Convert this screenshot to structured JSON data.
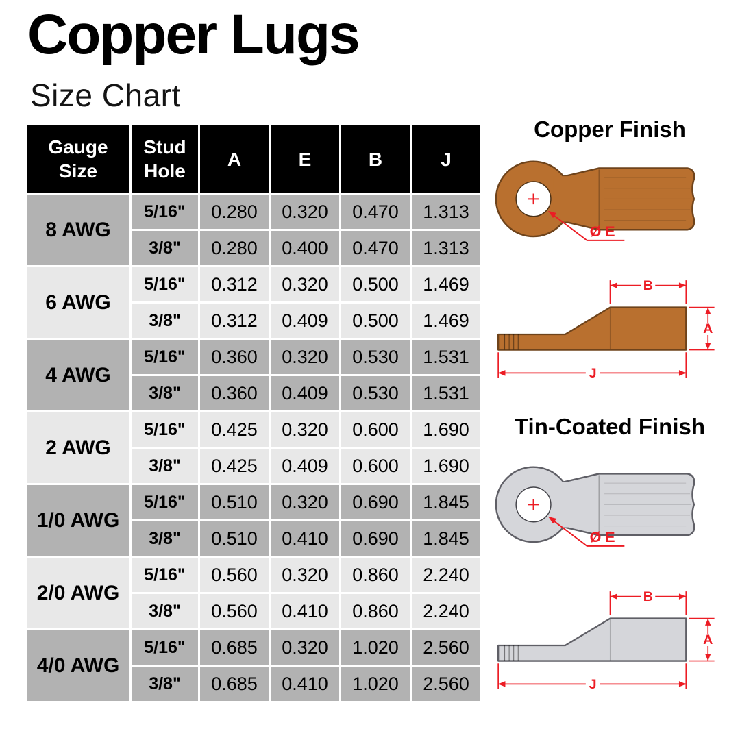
{
  "page": {
    "title": "Copper Lugs",
    "subtitle": "Size Chart"
  },
  "table": {
    "headers": {
      "gauge": "Gauge Size",
      "stud": "Stud Hole",
      "a": "A",
      "e": "E",
      "b": "B",
      "j": "J"
    },
    "groups": [
      {
        "gauge": "8 AWG",
        "row1": {
          "stud": "5/16\"",
          "a": "0.280",
          "e": "0.320",
          "b": "0.470",
          "j": "1.313"
        },
        "row2": {
          "stud": "3/8\"",
          "a": "0.280",
          "e": "0.400",
          "b": "0.470",
          "j": "1.313"
        }
      },
      {
        "gauge": "6 AWG",
        "row1": {
          "stud": "5/16\"",
          "a": "0.312",
          "e": "0.320",
          "b": "0.500",
          "j": "1.469"
        },
        "row2": {
          "stud": "3/8\"",
          "a": "0.312",
          "e": "0.409",
          "b": "0.500",
          "j": "1.469"
        }
      },
      {
        "gauge": "4 AWG",
        "row1": {
          "stud": "5/16\"",
          "a": "0.360",
          "e": "0.320",
          "b": "0.530",
          "j": "1.531"
        },
        "row2": {
          "stud": "3/8\"",
          "a": "0.360",
          "e": "0.409",
          "b": "0.530",
          "j": "1.531"
        }
      },
      {
        "gauge": "2 AWG",
        "row1": {
          "stud": "5/16\"",
          "a": "0.425",
          "e": "0.320",
          "b": "0.600",
          "j": "1.690"
        },
        "row2": {
          "stud": "3/8\"",
          "a": "0.425",
          "e": "0.409",
          "b": "0.600",
          "j": "1.690"
        }
      },
      {
        "gauge": "1/0 AWG",
        "row1": {
          "stud": "5/16\"",
          "a": "0.510",
          "e": "0.320",
          "b": "0.690",
          "j": "1.845"
        },
        "row2": {
          "stud": "3/8\"",
          "a": "0.510",
          "e": "0.410",
          "b": "0.690",
          "j": "1.845"
        }
      },
      {
        "gauge": "2/0 AWG",
        "row1": {
          "stud": "5/16\"",
          "a": "0.560",
          "e": "0.320",
          "b": "0.860",
          "j": "2.240"
        },
        "row2": {
          "stud": "3/8\"",
          "a": "0.560",
          "e": "0.410",
          "b": "0.860",
          "j": "2.240"
        }
      },
      {
        "gauge": "4/0 AWG",
        "row1": {
          "stud": "5/16\"",
          "a": "0.685",
          "e": "0.320",
          "b": "1.020",
          "j": "2.560"
        },
        "row2": {
          "stud": "3/8\"",
          "a": "0.685",
          "e": "0.410",
          "b": "1.020",
          "j": "2.560"
        }
      }
    ]
  },
  "diagrams": {
    "copper": {
      "heading": "Copper Finish",
      "hole_label": "Ø E",
      "dim_a": "A",
      "dim_b": "B",
      "dim_j": "J"
    },
    "tin": {
      "heading": "Tin-Coated Finish",
      "hole_label": "Ø E",
      "dim_a": "A",
      "dim_b": "B",
      "dim_j": "J"
    }
  },
  "colors": {
    "header_bg": "#000000",
    "row_dark": "#b2b2b2",
    "row_light": "#e8e8e8",
    "copper_fill": "#b9702f",
    "copper_outline": "#6e431b",
    "tin_fill": "#d5d6da",
    "tin_outline": "#5f5f66",
    "dimension_red": "#ec1c24"
  },
  "chart_data": {
    "type": "table",
    "title": "Copper Lugs Size Chart",
    "columns": [
      "Gauge Size",
      "Stud Hole",
      "A",
      "E",
      "B",
      "J"
    ],
    "rows": [
      [
        "8 AWG",
        "5/16\"",
        "0.280",
        "0.320",
        "0.470",
        "1.313"
      ],
      [
        "8 AWG",
        "3/8\"",
        "0.280",
        "0.400",
        "0.470",
        "1.313"
      ],
      [
        "6 AWG",
        "5/16\"",
        "0.312",
        "0.320",
        "0.500",
        "1.469"
      ],
      [
        "6 AWG",
        "3/8\"",
        "0.312",
        "0.409",
        "0.500",
        "1.469"
      ],
      [
        "4 AWG",
        "5/16\"",
        "0.360",
        "0.320",
        "0.530",
        "1.531"
      ],
      [
        "4 AWG",
        "3/8\"",
        "0.360",
        "0.409",
        "0.530",
        "1.531"
      ],
      [
        "2 AWG",
        "5/16\"",
        "0.425",
        "0.320",
        "0.600",
        "1.690"
      ],
      [
        "2 AWG",
        "3/8\"",
        "0.425",
        "0.409",
        "0.600",
        "1.690"
      ],
      [
        "1/0 AWG",
        "5/16\"",
        "0.510",
        "0.320",
        "0.690",
        "1.845"
      ],
      [
        "1/0 AWG",
        "3/8\"",
        "0.510",
        "0.410",
        "0.690",
        "1.845"
      ],
      [
        "2/0 AWG",
        "5/16\"",
        "0.560",
        "0.320",
        "0.860",
        "2.240"
      ],
      [
        "2/0 AWG",
        "3/8\"",
        "0.560",
        "0.410",
        "0.860",
        "2.240"
      ],
      [
        "4/0 AWG",
        "5/16\"",
        "0.685",
        "0.320",
        "1.020",
        "2.560"
      ],
      [
        "4/0 AWG",
        "3/8\"",
        "0.685",
        "0.410",
        "1.020",
        "2.560"
      ]
    ]
  }
}
